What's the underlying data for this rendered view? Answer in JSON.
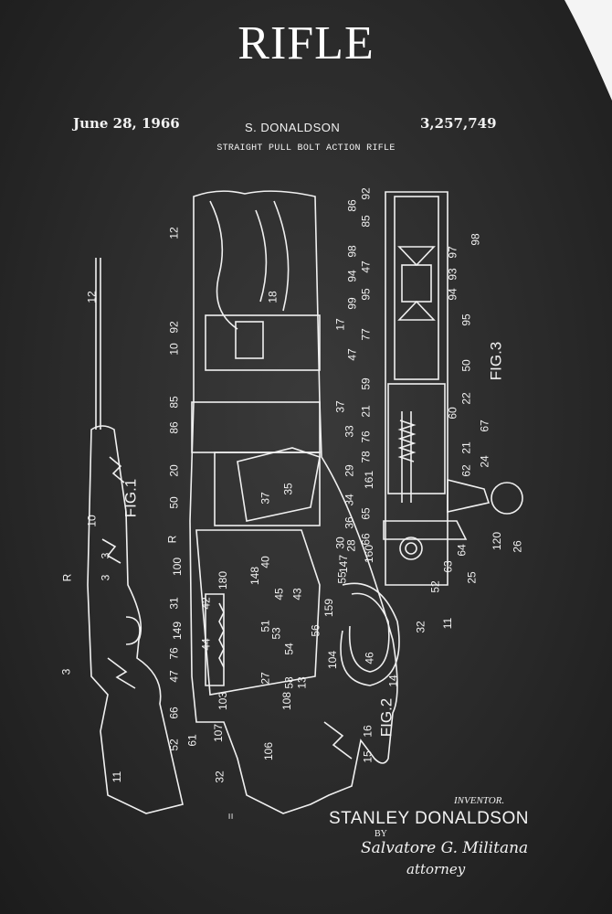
{
  "header": {
    "title": "RIFLE",
    "date": "June 28, 1966",
    "inventor_short": "S. DONALDSON",
    "patent_number": "3,257,749",
    "subtitle": "STRAIGHT PULL BOLT ACTION RIFLE"
  },
  "drawing": {
    "fig_labels": [
      "FIG.1",
      "FIG.2",
      "FIG.3"
    ],
    "labels": [
      "12",
      "10",
      "3",
      "R",
      "3",
      "3",
      "11",
      "12",
      "92",
      "10",
      "85",
      "86",
      "20",
      "50",
      "R",
      "100",
      "31",
      "149",
      "76",
      "47",
      "66",
      "61",
      "52",
      "107",
      "32",
      "18",
      "17",
      "37",
      "33",
      "29",
      "37",
      "35",
      "34",
      "36",
      "30",
      "28",
      "147",
      "55",
      "40",
      "180",
      "148",
      "45",
      "43",
      "42",
      "44",
      "51",
      "53",
      "56",
      "159",
      "54",
      "27",
      "58",
      "13",
      "104",
      "108",
      "46",
      "14",
      "103",
      "106",
      "16",
      "15",
      "=",
      "92",
      "86",
      "85",
      "98",
      "47",
      "94",
      "99",
      "95",
      "77",
      "47",
      "59",
      "21",
      "76",
      "78",
      "161",
      "65",
      "66",
      "160",
      "98",
      "97",
      "93",
      "94",
      "95",
      "50",
      "22",
      "60",
      "67",
      "21",
      "24",
      "62",
      "120",
      "26",
      "25",
      "64",
      "63",
      "52",
      "11",
      "32"
    ]
  },
  "footer": {
    "inventor_caption": "INVENTOR.",
    "inventor_name": "STANLEY DONALDSON",
    "by": "BY",
    "signature": "Salvatore G. Militana",
    "signature_title": "attorney"
  }
}
